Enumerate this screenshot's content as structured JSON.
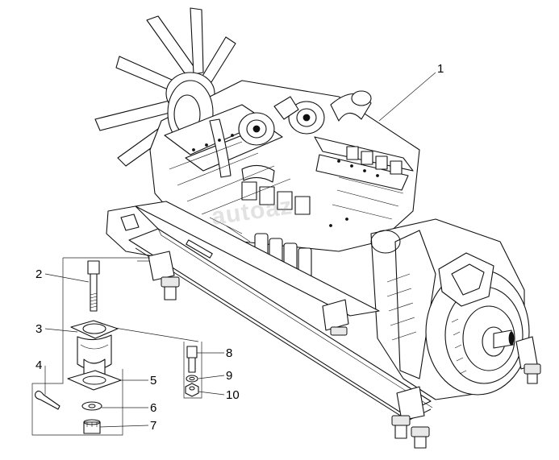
{
  "callouts": [
    {
      "id": "1",
      "label": "1"
    },
    {
      "id": "2",
      "label": "2"
    },
    {
      "id": "3",
      "label": "3"
    },
    {
      "id": "4",
      "label": "4"
    },
    {
      "id": "5",
      "label": "5"
    },
    {
      "id": "6",
      "label": "6"
    },
    {
      "id": "7",
      "label": "7"
    },
    {
      "id": "8",
      "label": "8"
    },
    {
      "id": "9",
      "label": "9"
    },
    {
      "id": "10",
      "label": "10"
    }
  ],
  "watermark": "autoaz",
  "colors": {
    "line": "#111111",
    "background": "#ffffff"
  }
}
